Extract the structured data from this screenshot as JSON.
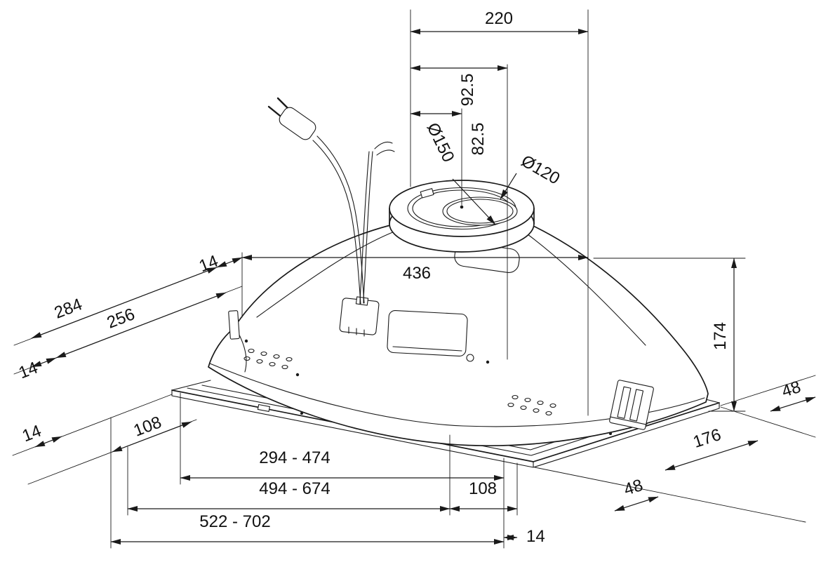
{
  "drawing": {
    "type": "technical-dimension-drawing",
    "subject": "built-in cooker hood, isometric view with dimensions (mm)",
    "colors": {
      "line": "#1a1a1a",
      "background": "#ffffff"
    },
    "dims": {
      "d220": "220",
      "d92_5": "92.5",
      "d82_5": "82.5",
      "d150": "Ø150",
      "d120": "Ø120",
      "d436": "436",
      "d14_a": "14",
      "d284": "284",
      "d256": "256",
      "d14_b": "14",
      "d174": "174",
      "d48_a": "48",
      "d176": "176",
      "d48_b": "48",
      "d108_a": "108",
      "d14_c": "14",
      "d294_474": "294 - 474",
      "d494_674": "494 - 674",
      "d108_b": "108",
      "d522_702": "522 - 702",
      "d14_d": "14"
    }
  }
}
